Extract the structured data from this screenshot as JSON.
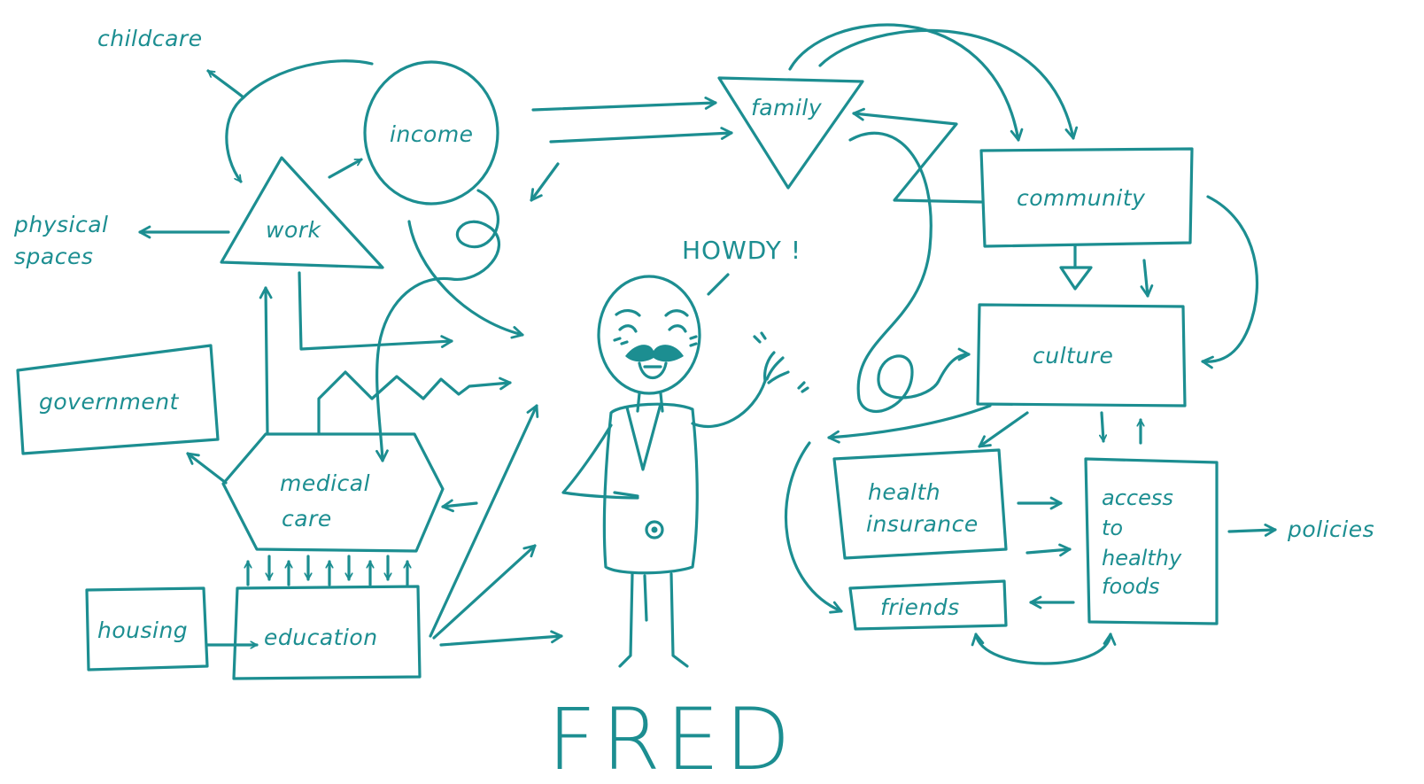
{
  "colors": {
    "ink": "#1c8e91",
    "background": "#ffffff"
  },
  "character": {
    "name": "FRED",
    "speech": "HOWDY !"
  },
  "nodes": {
    "childcare": "childcare",
    "income": "income",
    "family": "family",
    "community": "community",
    "culture": "culture",
    "physical_spaces_line1": "physical",
    "physical_spaces_line2": "spaces",
    "work": "work",
    "government": "government",
    "medical_care_line1": "medical",
    "medical_care_line2": "care",
    "housing": "housing",
    "education": "education",
    "health_insurance_line1": "health",
    "health_insurance_line2": "insurance",
    "friends": "friends",
    "access_line1": "access",
    "access_line2": "to",
    "access_line3": "healthy",
    "access_line4": "foods",
    "policies": "policies"
  }
}
